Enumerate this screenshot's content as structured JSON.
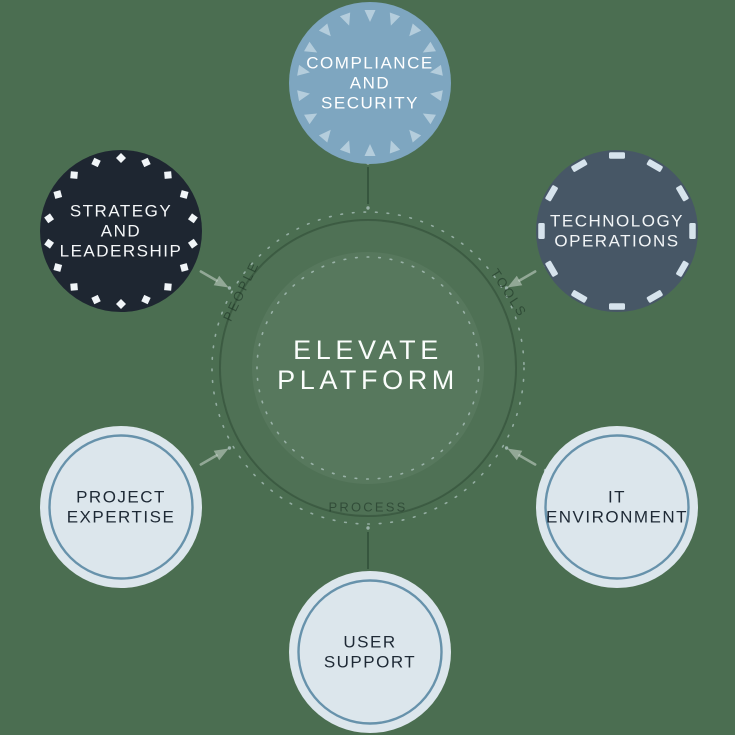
{
  "background": {
    "color": "#4b6e51"
  },
  "center": {
    "title_lines": [
      "ELEVATE",
      "PLATFORM"
    ],
    "text_color": "#fafdfb"
  },
  "ring_labels": {
    "left": "PEOPLE",
    "right": "TOOLS",
    "bottom": "PROCESS",
    "color": "#14291c"
  },
  "decor": {
    "line_color": "#16301f",
    "dot_color": "#dcebf2",
    "arrow_color": "#e8f0ec"
  },
  "nodes": [
    {
      "id": "compliance-and-security",
      "lines": [
        "COMPLIANCE",
        "AND",
        "SECURITY"
      ],
      "fill": "#7ea6c0",
      "text_color": "#ffffff",
      "ornament": "triangles",
      "ornament_color": "#bdd4e1"
    },
    {
      "id": "technology-operations",
      "lines": [
        "TECHNOLOGY",
        "OPERATIONS"
      ],
      "fill": "#475766",
      "text_color": "#f2f5f7",
      "ornament": "dashes",
      "ornament_color": "#d6e3ec"
    },
    {
      "id": "it-environment",
      "lines": [
        "IT",
        "ENVIRONMENT"
      ],
      "fill": "#dce6ec",
      "text_color": "#1e2935",
      "ornament": "ring",
      "ornament_color": "#6792ab"
    },
    {
      "id": "user-support",
      "lines": [
        "USER",
        "SUPPORT"
      ],
      "fill": "#dce6ec",
      "text_color": "#1e2935",
      "ornament": "ring",
      "ornament_color": "#6792ab"
    },
    {
      "id": "project-expertise",
      "lines": [
        "PROJECT",
        "EXPERTISE"
      ],
      "fill": "#dce6ec",
      "text_color": "#1e2935",
      "ornament": "ring",
      "ornament_color": "#6792ab"
    },
    {
      "id": "strategy-and-leadership",
      "lines": [
        "STRATEGY",
        "AND",
        "LEADERSHIP"
      ],
      "fill": "#1e2631",
      "text_color": "#f5f7f9",
      "ornament": "diamonds",
      "ornament_color": "#f1f5f8"
    }
  ]
}
